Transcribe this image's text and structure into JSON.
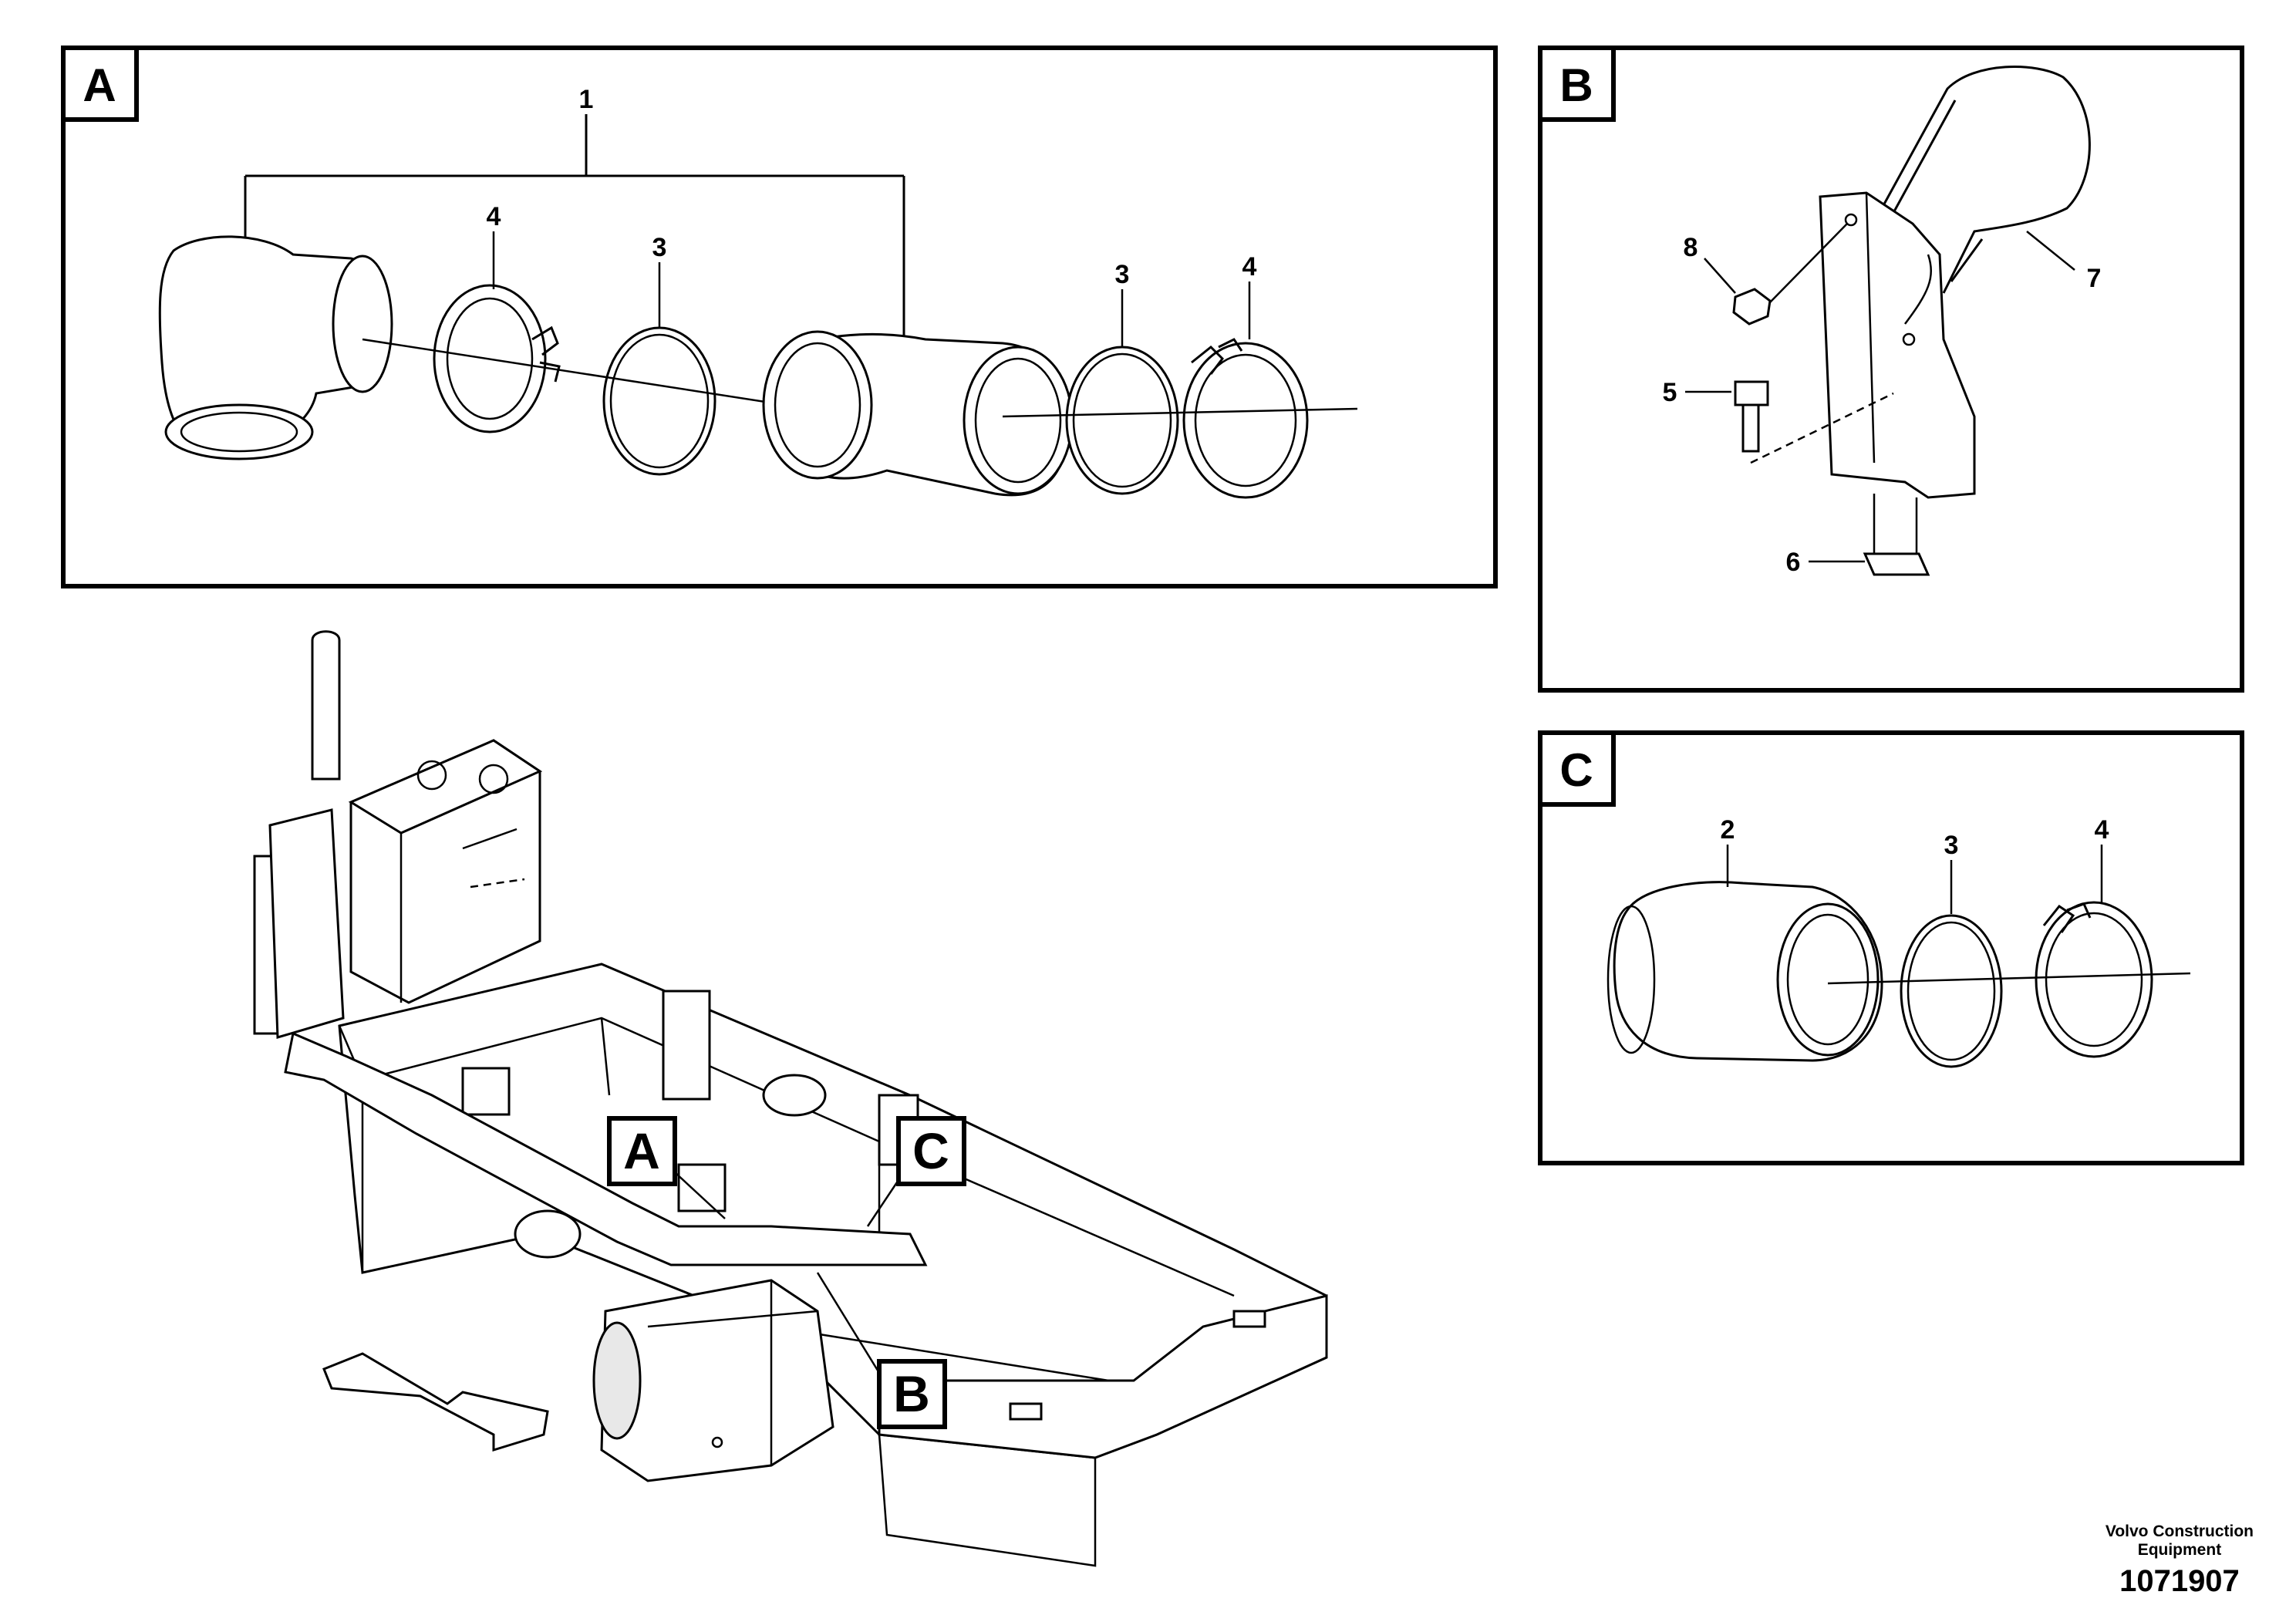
{
  "panels": {
    "A": {
      "label": "A",
      "callouts": [
        "1",
        "4",
        "3",
        "3",
        "4"
      ]
    },
    "B": {
      "label": "B",
      "callouts": [
        "8",
        "7",
        "5",
        "6"
      ]
    },
    "C": {
      "label": "C",
      "callouts": [
        "2",
        "3",
        "4"
      ]
    }
  },
  "overview_callouts": [
    "A",
    "C",
    "B"
  ],
  "footer": {
    "brand_line1": "Volvo Construction",
    "brand_line2": "Equipment",
    "drawing_number": "1071907"
  }
}
